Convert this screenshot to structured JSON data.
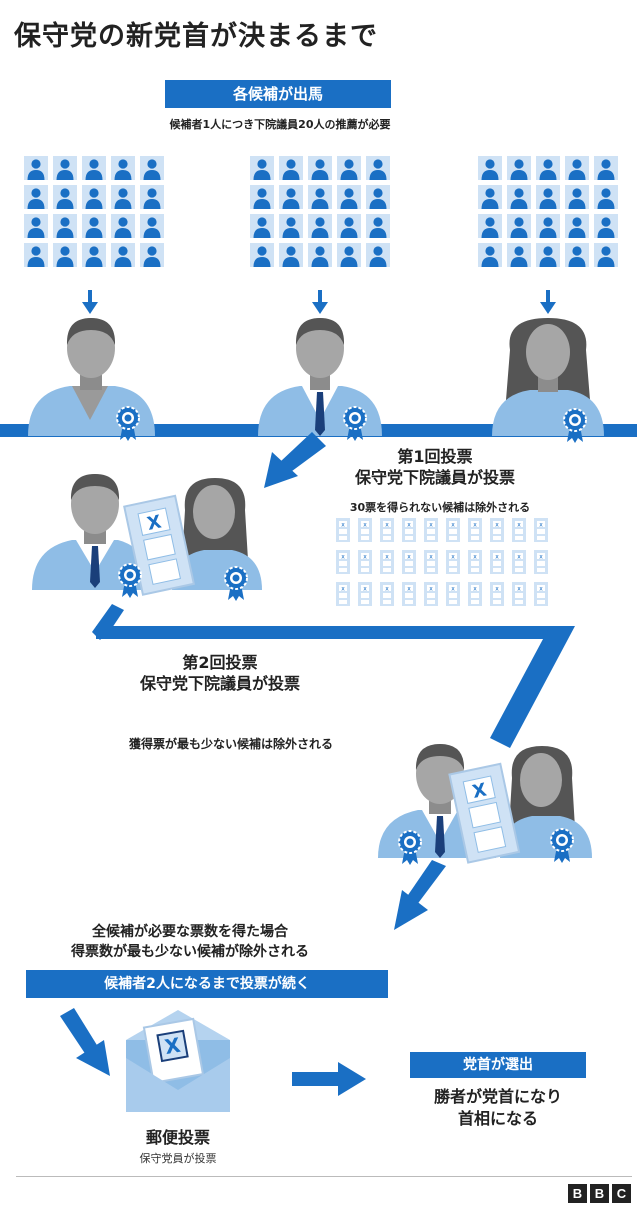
{
  "title": "保守党の新党首が決まるまで",
  "step1": {
    "banner": "各候補が出馬",
    "note": "候補者1人につき下院議員20人の推薦が必要"
  },
  "round1": {
    "title_line1": "第1回投票",
    "title_line2": "保守党下院議員が投票",
    "note": "30票を得られない候補は除外される",
    "ballot_mark": "X"
  },
  "round2": {
    "title_line1": "第2回投票",
    "title_line2": "保守党下院議員が投票",
    "note": "獲得票が最も少ない候補は除外される"
  },
  "continue": {
    "line1": "全候補が必要な票数を得た場合",
    "line2": "得票数が最も少ない候補が除外される",
    "banner": "候補者2人になるまで投票が続く"
  },
  "postal": {
    "title": "郵便投票",
    "sub": "保守党員が投票",
    "mark": "X"
  },
  "result": {
    "banner": "党首が選出",
    "line1": "勝者が党首になり",
    "line2": "首相になる"
  },
  "logo": [
    "B",
    "B",
    "C"
  ],
  "colors": {
    "blue": "#1a6fc4",
    "light_blue": "#8fbde6",
    "pale_blue": "#cfe2f5",
    "gray": "#9a9a9a",
    "dark_gray": "#555555"
  }
}
